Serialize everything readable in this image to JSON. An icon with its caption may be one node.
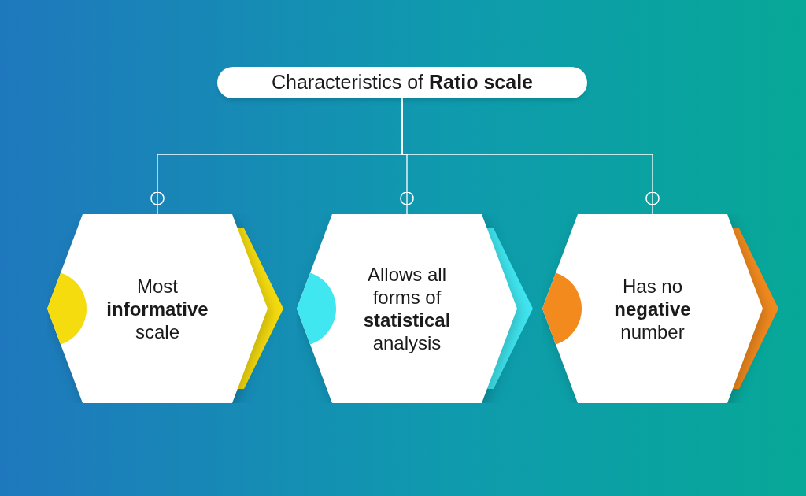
{
  "diagram": {
    "nodes": [
      {
        "text": [
          "Characteristics of **Ratio scale**"
        ]
      },
      {
        "text": [
          "Most **informative** scale"
        ]
      },
      {
        "text": [
          "Allows all forms of **statistical** analysis"
        ]
      },
      {
        "text": [
          "Has no **negative** number"
        ]
      }
    ],
    "edges": [
      {
        "from": 0,
        "to": 1,
        "arrow": "other"
      },
      {
        "from": 0,
        "to": 2,
        "arrow": "other"
      },
      {
        "from": 0,
        "to": 3,
        "arrow": "other"
      }
    ]
  }
}
